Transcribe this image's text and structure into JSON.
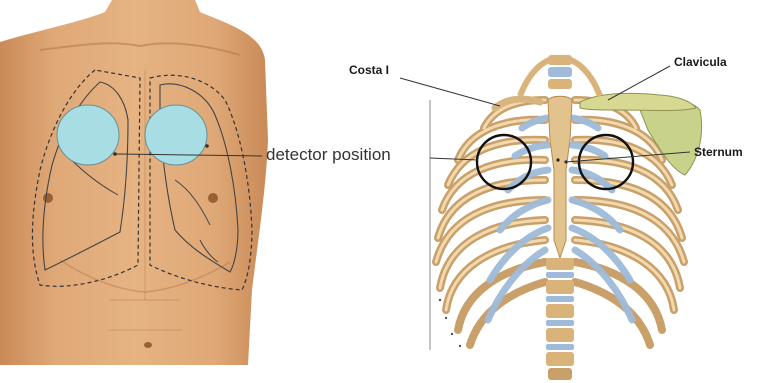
{
  "labels": {
    "detector": "detector position",
    "costa": "Costa I",
    "clavicula": "Clavicula",
    "sternum": "Sternum"
  },
  "colors": {
    "skin": "#d9a070",
    "skin_dark": "#b97a4e",
    "detector_fill": "#a9dde4",
    "bone": "#e6c794",
    "bone_dark": "#b88a4f",
    "cartilage": "#9fbbd9",
    "clavicle": "#c9d28a"
  }
}
